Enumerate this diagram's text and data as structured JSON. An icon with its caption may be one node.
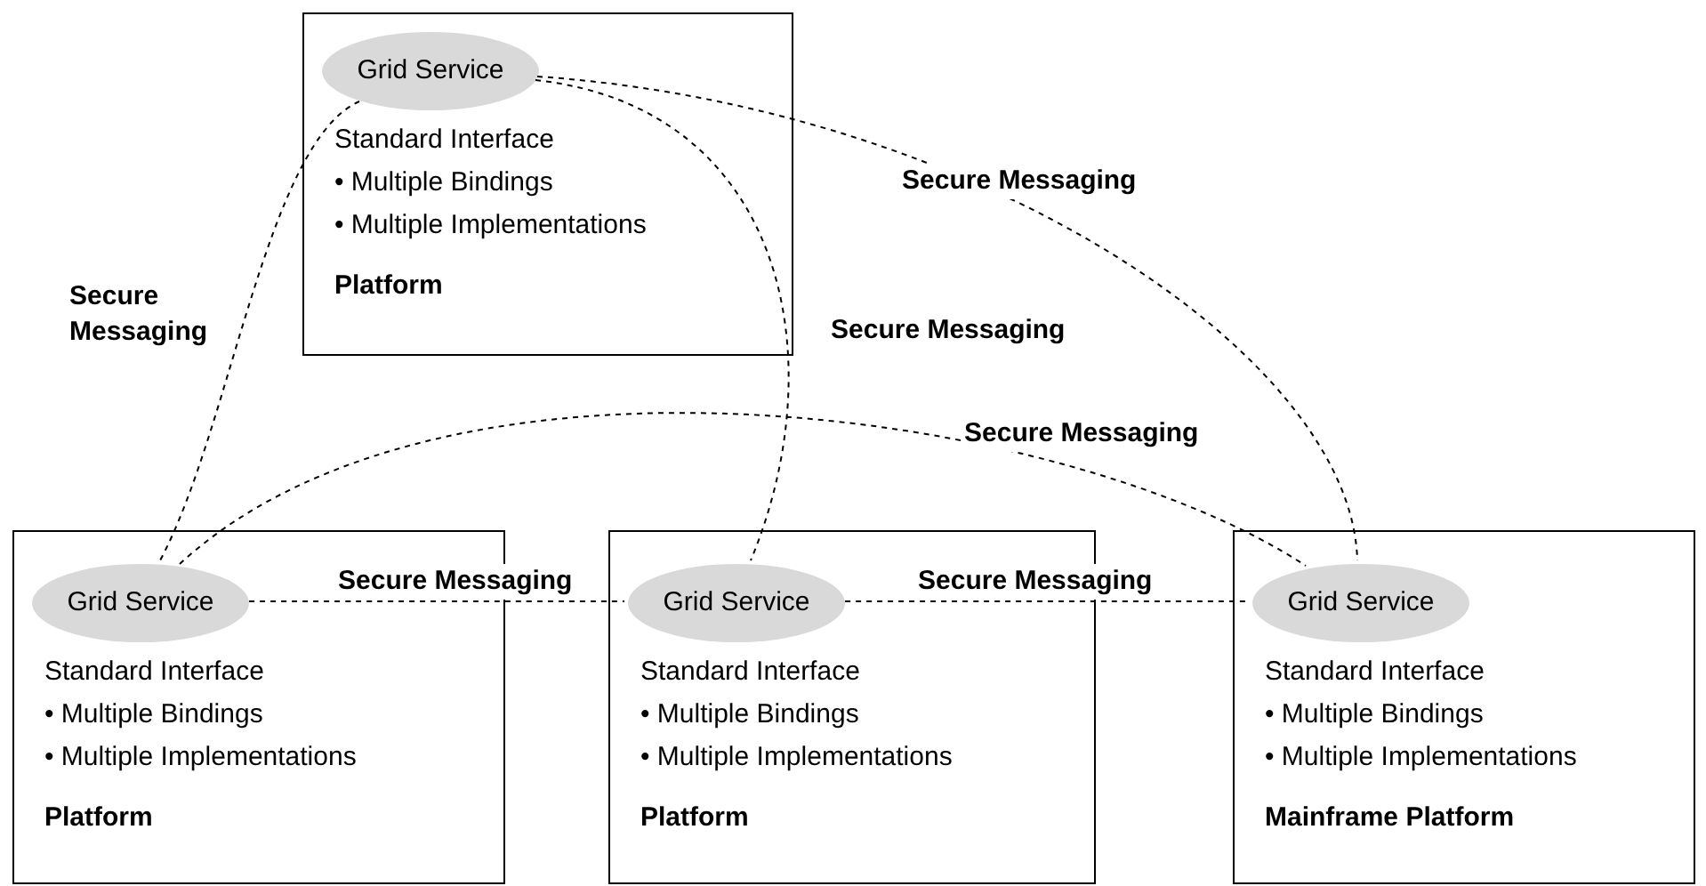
{
  "diagram": {
    "nodes": [
      {
        "text": [
          "Standard Interface",
          "• Multiple Bindings",
          "• Multiple Implementations",
          "Platform"
        ]
      },
      {
        "text": [
          "Grid Service"
        ],
        "in": 0
      },
      {
        "text": [
          "Standard Interface",
          "• Multiple Bindings",
          "• Multiple Implementations",
          "Platform"
        ]
      },
      {
        "text": [
          "Grid Service"
        ],
        "in": 2
      },
      {
        "text": [
          "Standard Interface",
          "• Multiple Bindings",
          "• Multiple Implementations",
          "Platform"
        ]
      },
      {
        "text": [
          "Grid Service"
        ],
        "in": 4
      },
      {
        "text": [
          "Standard Interface",
          "• Multiple Bindings",
          "• Multiple Implementations",
          "Mainframe Platform"
        ]
      },
      {
        "text": [
          "Grid Service"
        ],
        "in": 6
      }
    ],
    "edges": [
      {
        "from": 1,
        "to": 3,
        "arrow": "none",
        "style": "dashed",
        "label": "Secure Messaging"
      },
      {
        "from": 1,
        "to": 5,
        "arrow": "none",
        "style": "dashed",
        "label": "Secure Messaging"
      },
      {
        "from": 1,
        "to": 7,
        "arrow": "none",
        "style": "dashed",
        "label": "Secure Messaging"
      },
      {
        "from": 3,
        "to": 7,
        "arrow": "none",
        "style": "dashed",
        "label": "Secure Messaging"
      },
      {
        "from": 3,
        "to": 5,
        "arrow": "none",
        "style": "dashed",
        "label": "Secure Messaging"
      },
      {
        "from": 5,
        "to": 7,
        "arrow": "none",
        "style": "dashed",
        "label": "Secure Messaging"
      }
    ]
  }
}
